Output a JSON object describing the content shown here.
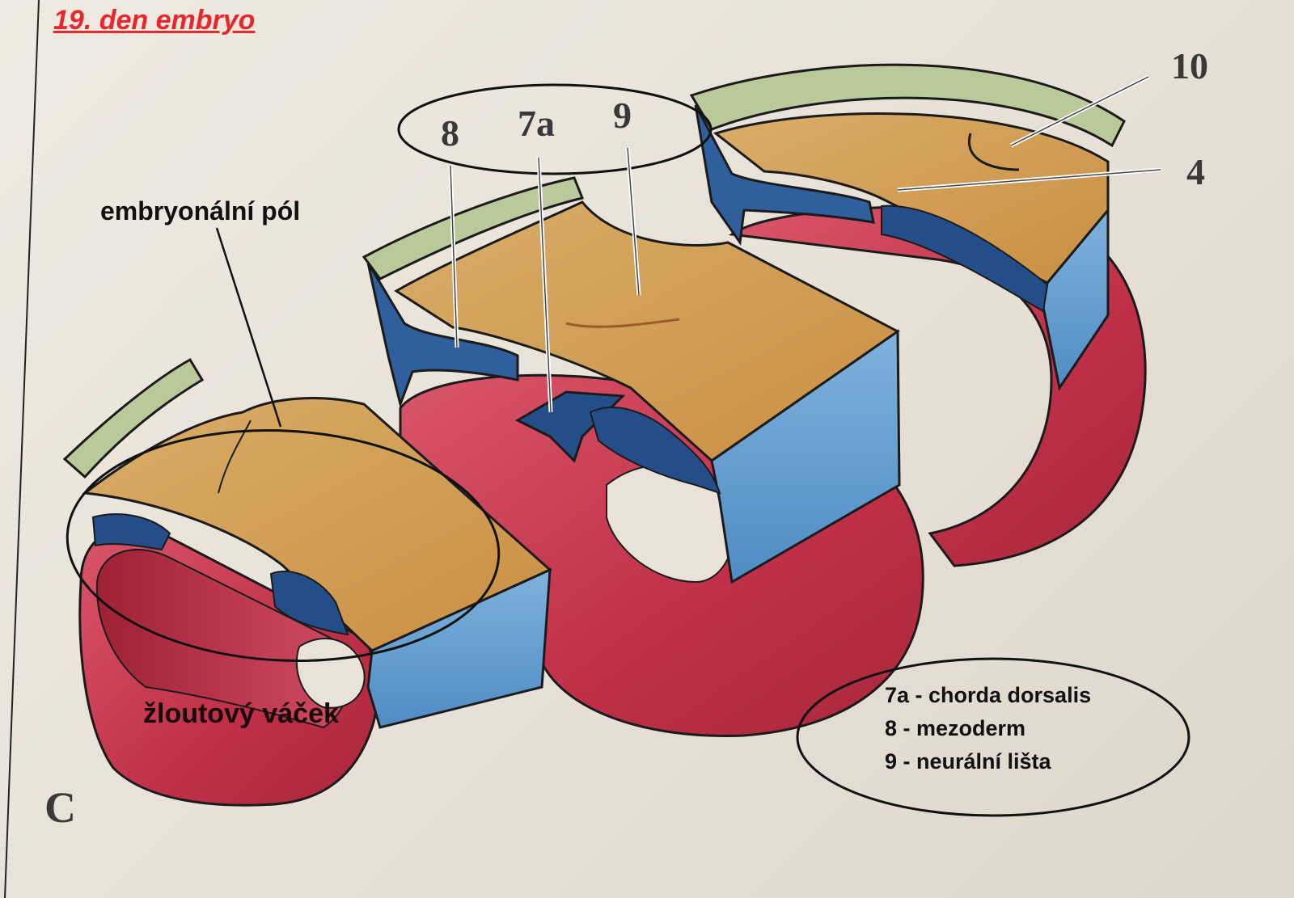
{
  "title": "19. den embryo",
  "figure_letter": "C",
  "labels": {
    "embryonalni_pol": "embryonální pól",
    "zloutovy_vacek": "žloutový váček"
  },
  "callout_numbers": {
    "n8": "8",
    "n7a": "7a",
    "n9": "9",
    "n10": "10",
    "n4": "4"
  },
  "legend": [
    "7a - chorda dorsalis",
    "8 - mezoderm",
    "9 - neurální lišta"
  ],
  "colors": {
    "title_red": "#e8262b",
    "ectoderm_tan": "#d3a35b",
    "mesoderm_blue": "#5f9ccf",
    "dark_blue": "#244e8a",
    "amnion_green": "#b9c99a",
    "yolk_red": "#c23c50",
    "outline": "#1b1b1b"
  }
}
